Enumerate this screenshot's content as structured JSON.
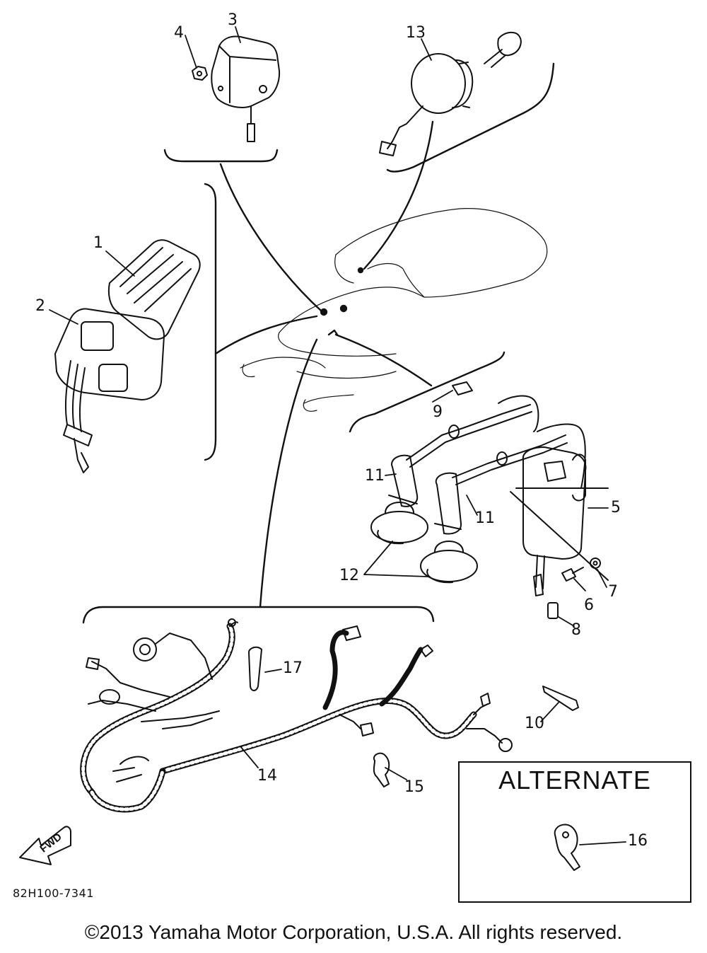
{
  "diagram": {
    "title": "",
    "code": "82H100-7341",
    "fwd_label": "FWD",
    "alternate_label": "ALTERNATE",
    "copyright": "©2013 Yamaha Motor Corporation, U.S.A. All rights reserved."
  },
  "callouts": {
    "c1": "1",
    "c2": "2",
    "c3": "3",
    "c4": "4",
    "c5": "5",
    "c6": "6",
    "c7": "7",
    "c8": "8",
    "c9": "9",
    "c10": "10",
    "c11a": "11",
    "c11b": "11",
    "c12": "12",
    "c13": "13",
    "c14": "14",
    "c15": "15",
    "c16": "16",
    "c17": "17"
  }
}
